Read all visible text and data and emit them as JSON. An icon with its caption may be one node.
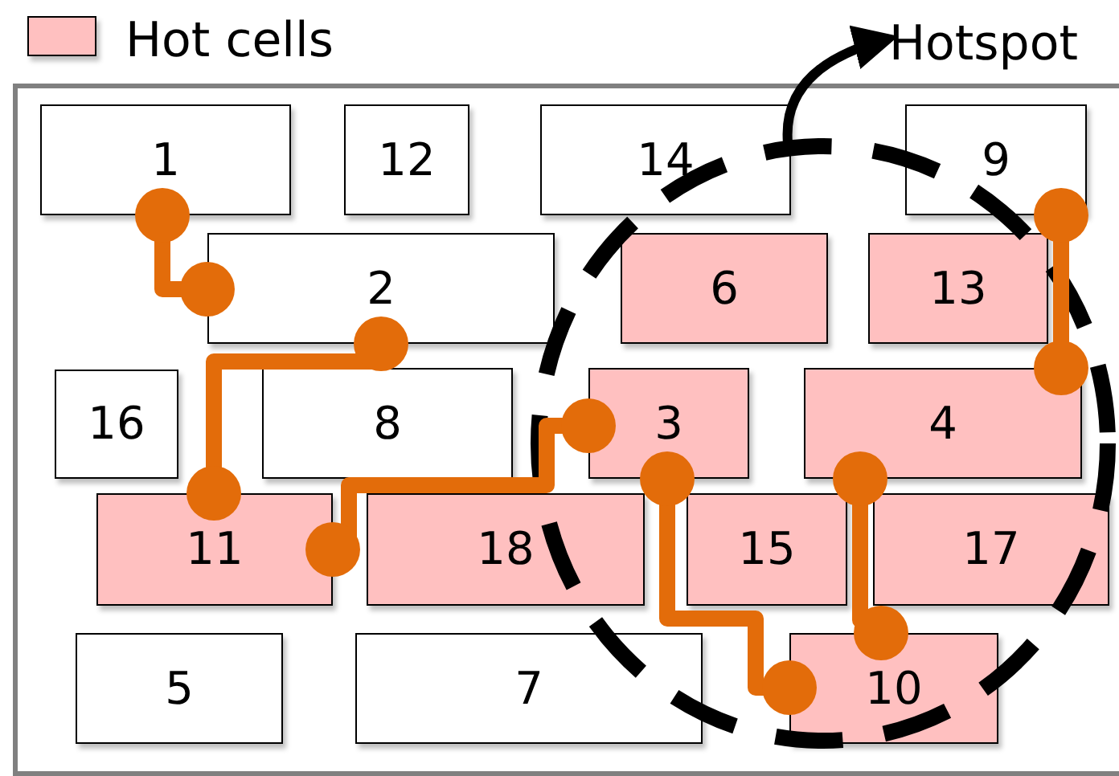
{
  "diagram": {
    "nodes": [
      {
        "text": [],
        "shape": "box"
      },
      {
        "text": [
          "1"
        ],
        "in": 0
      },
      {
        "text": [
          "12"
        ],
        "in": 0
      },
      {
        "text": [
          "14"
        ],
        "in": 0
      },
      {
        "text": [
          "9"
        ],
        "in": 0
      },
      {
        "text": [
          "2"
        ],
        "in": 0
      },
      {
        "text": [
          "6"
        ],
        "in": 20
      },
      {
        "text": [
          "13"
        ],
        "in": 20
      },
      {
        "text": [
          "16"
        ],
        "in": 0
      },
      {
        "text": [
          "8"
        ],
        "in": 0
      },
      {
        "text": [
          "3"
        ],
        "in": 20
      },
      {
        "text": [
          "4"
        ],
        "in": 20
      },
      {
        "text": [
          "11"
        ],
        "in": 0
      },
      {
        "text": [
          "18"
        ],
        "in": 0
      },
      {
        "text": [
          "15"
        ],
        "in": 20
      },
      {
        "text": [
          "17"
        ],
        "in": 20
      },
      {
        "text": [
          "5"
        ],
        "in": 0
      },
      {
        "text": [
          "7"
        ],
        "in": 0
      },
      {
        "text": [
          "10"
        ],
        "in": 20
      },
      {
        "text": [
          "Hotspot"
        ]
      },
      {
        "text": [],
        "shape": "circle",
        "in": 0
      }
    ],
    "edges": [
      {
        "from": 1,
        "to": 5,
        "arrow": "other"
      },
      {
        "from": 5,
        "to": 12,
        "arrow": "other"
      },
      {
        "from": 12,
        "to": 10,
        "arrow": "other"
      },
      {
        "from": 10,
        "to": 18,
        "arrow": "other"
      },
      {
        "from": 18,
        "to": 11,
        "arrow": "other"
      },
      {
        "from": 11,
        "to": 4,
        "arrow": "other"
      },
      {
        "from": 20,
        "to": 19,
        "arrow": "to",
        "color": "#000000"
      }
    ],
    "legend": [
      {
        "text": "Hot cells",
        "color": "#ffc0c0"
      }
    ]
  }
}
